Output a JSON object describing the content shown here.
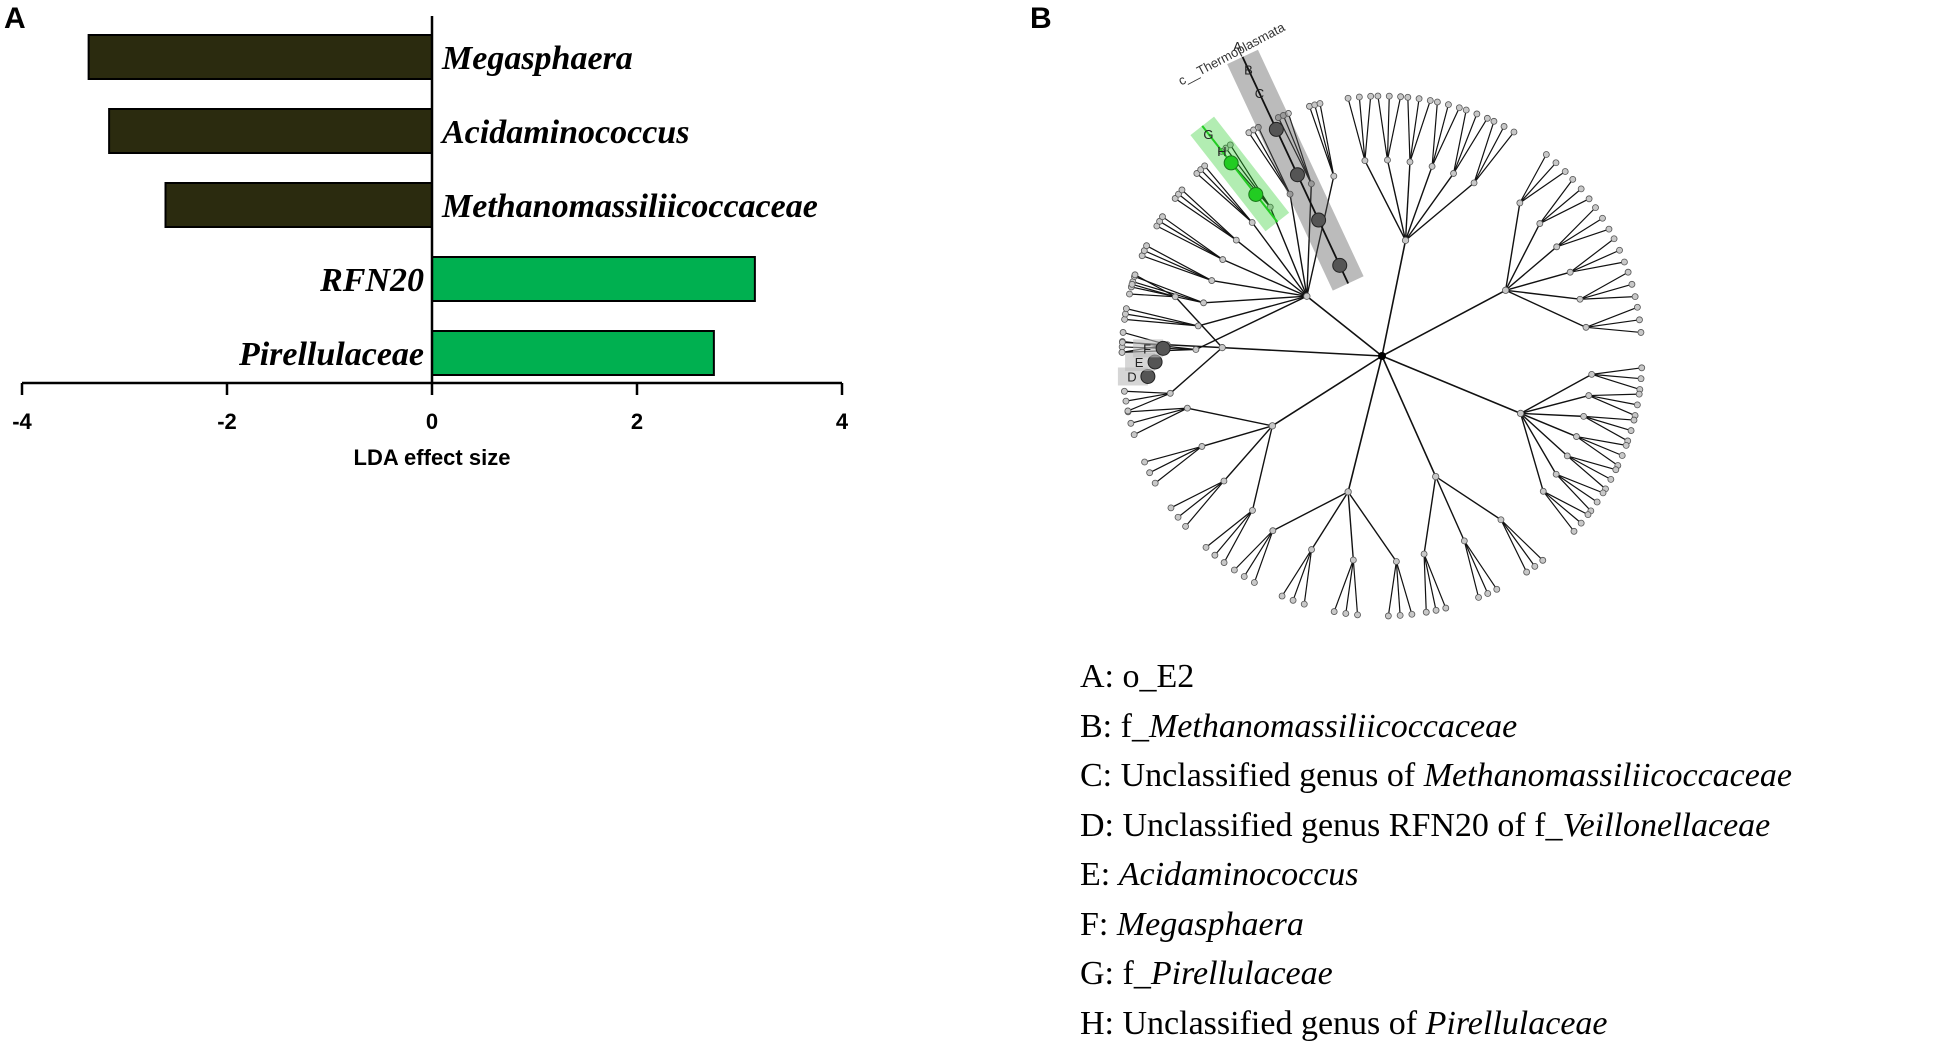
{
  "panels": {
    "a": "A",
    "b": "B"
  },
  "chart_data": {
    "type": "bar",
    "orientation": "horizontal",
    "categories": [
      "Megasphaera",
      "Acidaminococcus",
      "Methanomassiliicoccaceae",
      "RFN20",
      "Pirellulaceae"
    ],
    "values": [
      -3.35,
      -3.15,
      -2.6,
      3.15,
      2.75
    ],
    "bar_colors": [
      "#2b2b0f",
      "#2b2b0f",
      "#2b2b0f",
      "#00b050",
      "#00b050"
    ],
    "xlabel": "LDA effect size",
    "xlim": [
      -4,
      4
    ],
    "xticks": [
      -4,
      -2,
      0,
      2,
      4
    ],
    "grid": false
  },
  "cladogram": {
    "clade_label": "c__Thermoplasmata",
    "node_letters": [
      "A",
      "B",
      "C",
      "D",
      "E",
      "F",
      "G",
      "H"
    ],
    "highlight_colors": {
      "dark": "#555555",
      "green": "#22cc22",
      "node": "#c8c8c8"
    }
  },
  "legend": [
    {
      "key": "A:",
      "parts": [
        {
          "t": "o_E2",
          "i": false
        }
      ]
    },
    {
      "key": "B:",
      "parts": [
        {
          "t": "f_",
          "i": false
        },
        {
          "t": "Methanomassiliicoccaceae",
          "i": true
        }
      ]
    },
    {
      "key": "C:",
      "parts": [
        {
          "t": "Unclassified genus of ",
          "i": false
        },
        {
          "t": "Methanomassiliicoccaceae",
          "i": true
        }
      ]
    },
    {
      "key": "D:",
      "parts": [
        {
          "t": "Unclassified genus RFN20 of f_",
          "i": false
        },
        {
          "t": "Veillonellaceae",
          "i": true
        }
      ]
    },
    {
      "key": "E:",
      "parts": [
        {
          "t": "Acidaminococcus",
          "i": true
        }
      ]
    },
    {
      "key": "F:",
      "parts": [
        {
          "t": "Megasphaera",
          "i": true
        }
      ]
    },
    {
      "key": "G:",
      "parts": [
        {
          "t": "f_",
          "i": false
        },
        {
          "t": "Pirellulaceae",
          "i": true
        }
      ]
    },
    {
      "key": "H:",
      "parts": [
        {
          "t": "Unclassified genus of ",
          "i": false
        },
        {
          "t": "Pirellulaceae",
          "i": true
        }
      ]
    }
  ]
}
